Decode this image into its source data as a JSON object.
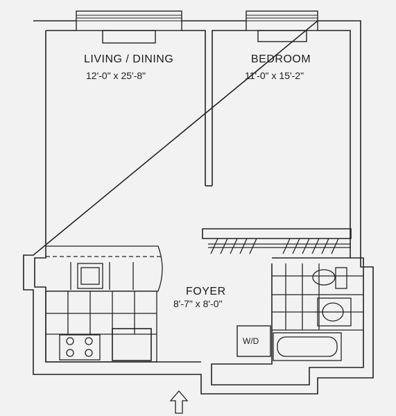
{
  "plan": {
    "rooms": [
      {
        "id": "living-dining",
        "name": "LIVING / DINING",
        "dimensions": "12'-0\" x  25'-8\""
      },
      {
        "id": "bedroom",
        "name": "BEDROOM",
        "dimensions": "11'-0\" x 15'-2\""
      },
      {
        "id": "foyer",
        "name": "FOYER",
        "dimensions": "8'-7\" x 8'-0\""
      }
    ],
    "fixtures": {
      "washer_dryer": "W/D"
    },
    "entry_arrow_icon": "up-arrow-icon"
  }
}
